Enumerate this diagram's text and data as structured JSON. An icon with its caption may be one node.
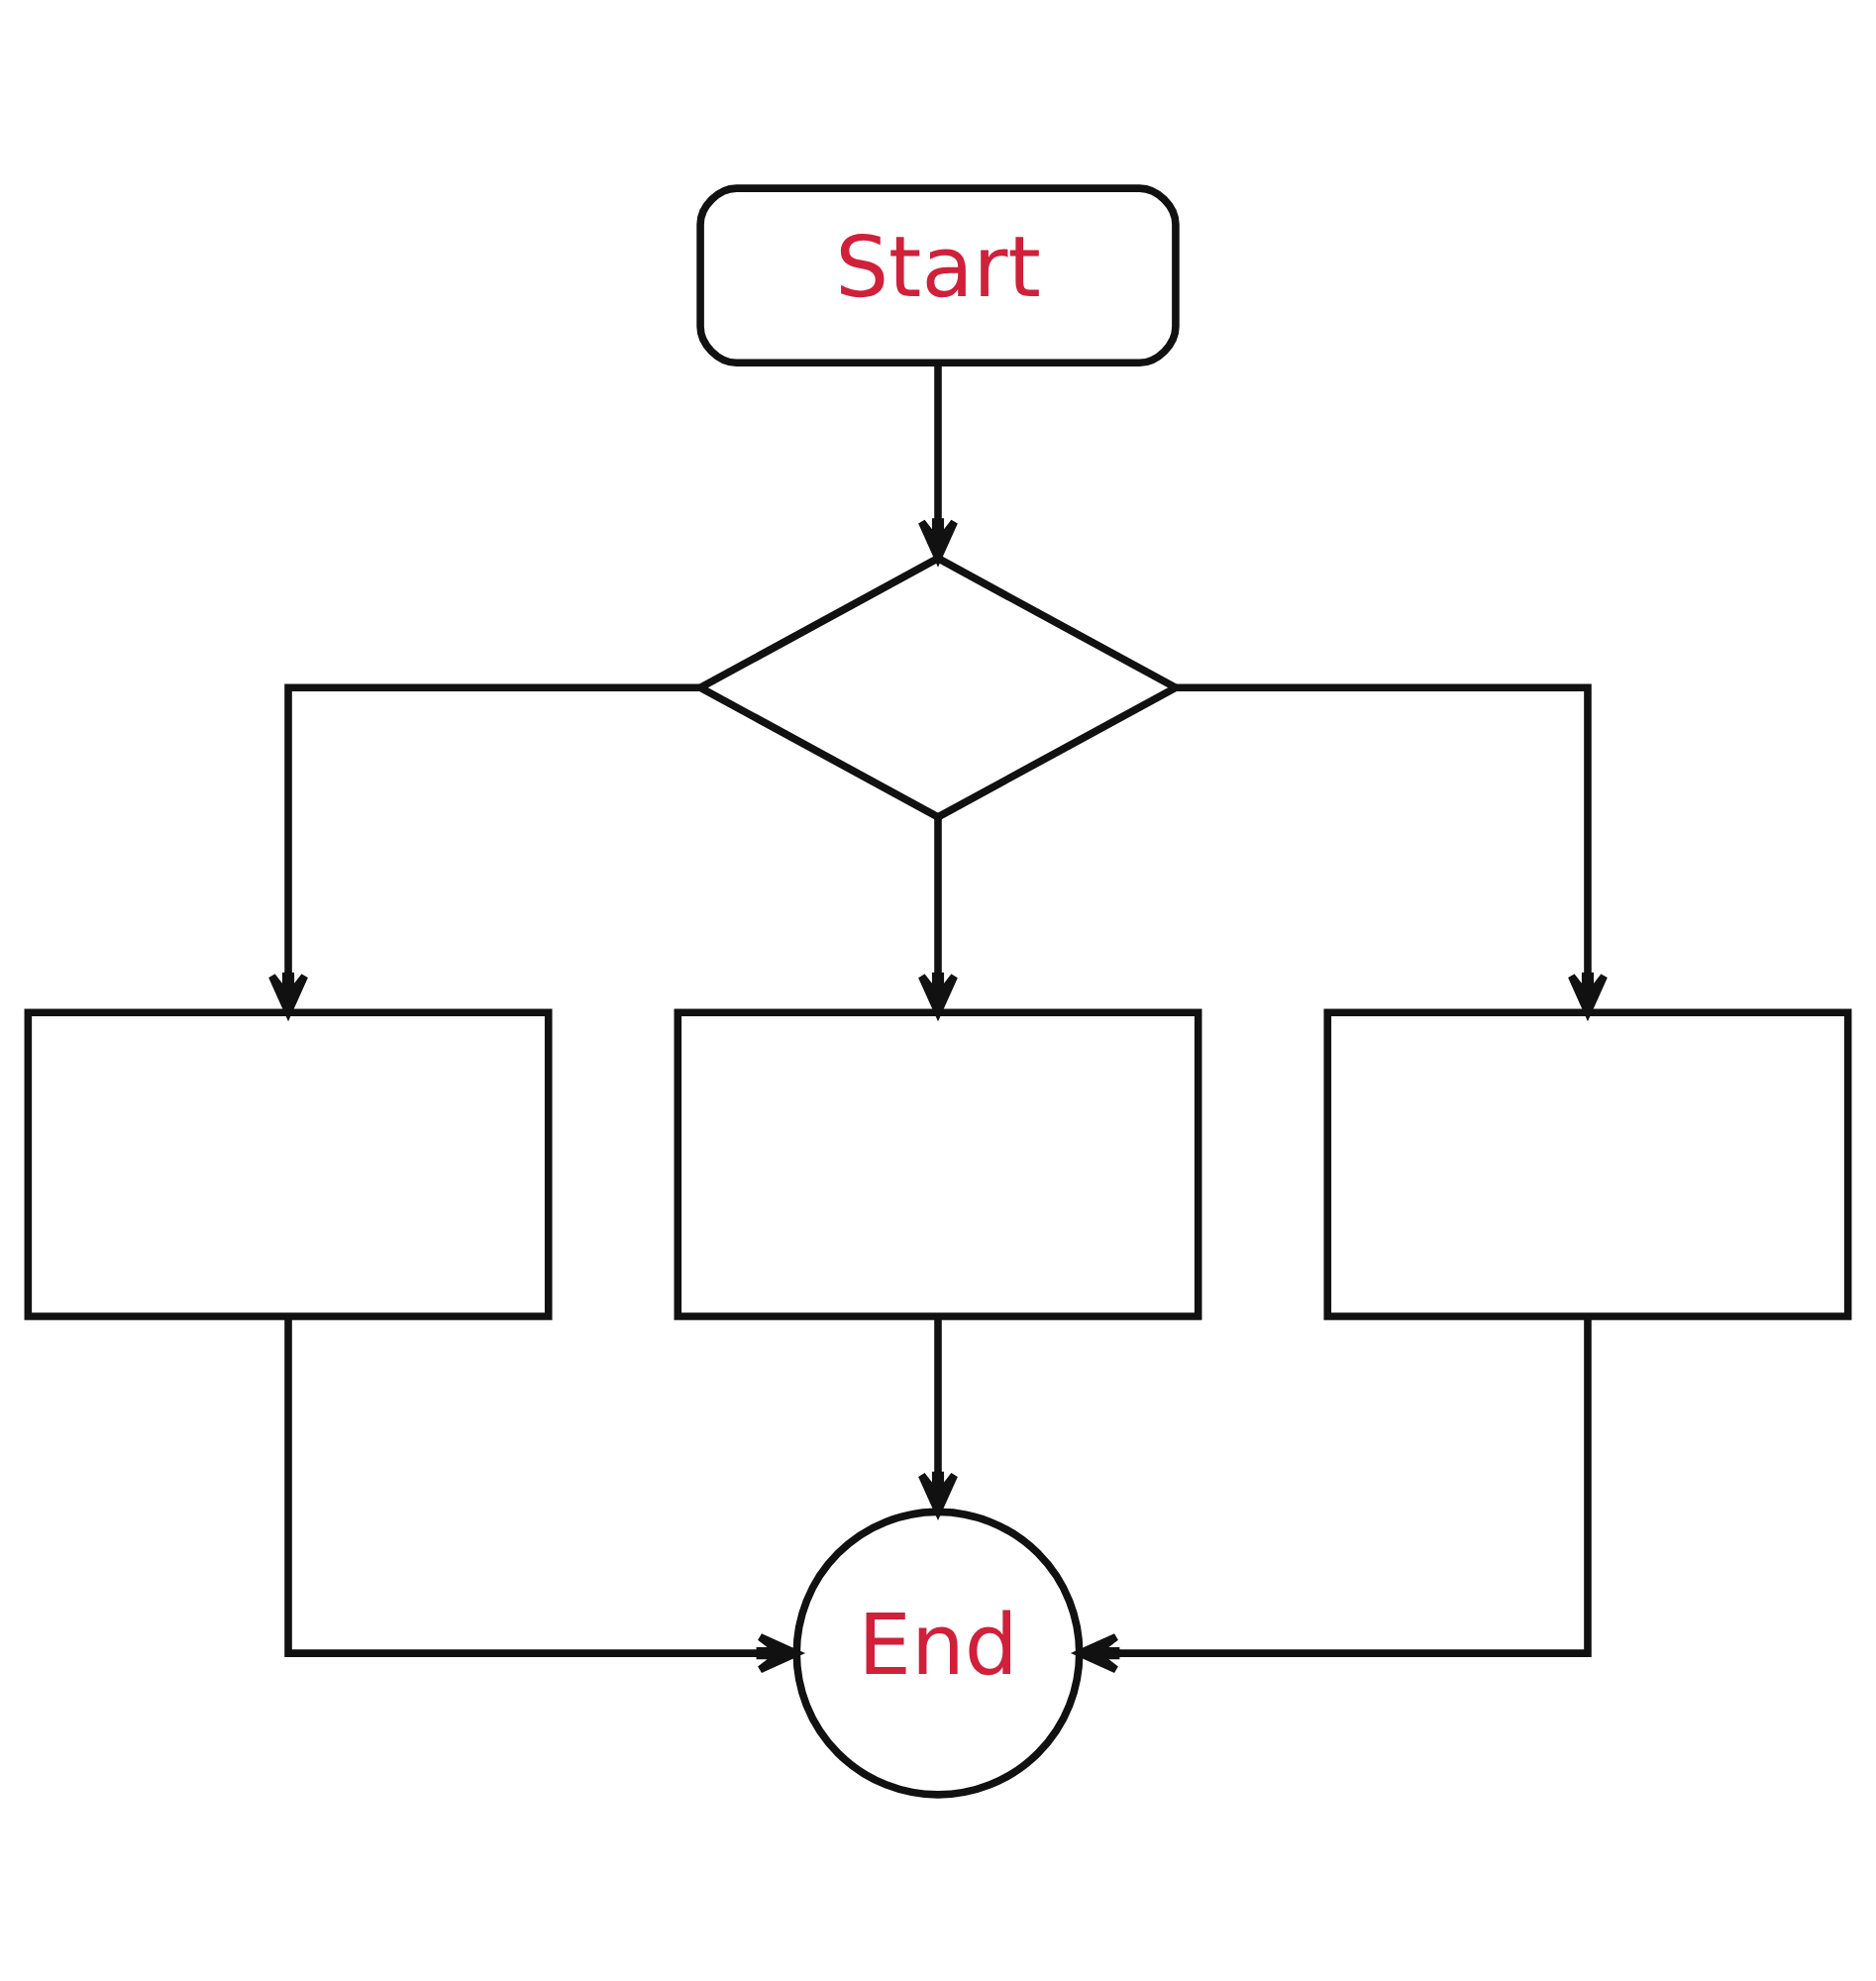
{
  "diagram": {
    "nodes": [
      {
        "text": [
          "Start"
        ]
      },
      {
        "text": [],
        "shape": "diamond"
      },
      {
        "text": [],
        "shape": "box"
      },
      {
        "text": [],
        "shape": "box"
      },
      {
        "text": [],
        "shape": "box"
      },
      {
        "text": [
          "End"
        ]
      }
    ],
    "edges": [
      {
        "from": 0,
        "to": 1,
        "arrow": "to"
      },
      {
        "from": 1,
        "to": 2,
        "arrow": "to"
      },
      {
        "from": 1,
        "to": 3,
        "arrow": "to"
      },
      {
        "from": 1,
        "to": 4,
        "arrow": "to"
      },
      {
        "from": 2,
        "to": 5,
        "arrow": "to"
      },
      {
        "from": 3,
        "to": 5,
        "arrow": "to"
      },
      {
        "from": 4,
        "to": 5,
        "arrow": "to"
      }
    ]
  }
}
